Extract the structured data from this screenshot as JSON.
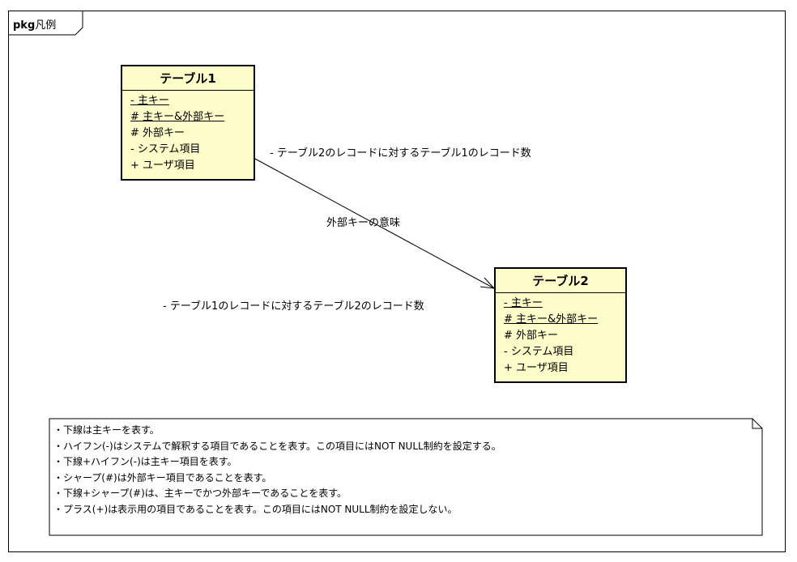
{
  "package": {
    "keyword": "pkg",
    "name": "凡例"
  },
  "table1": {
    "title": "テーブル1",
    "attributes": [
      "- 主キー",
      "# 主キー&外部キー",
      "# 外部キー",
      "- システム項目",
      "+ ユーザ項目"
    ]
  },
  "table2": {
    "title": "テーブル2",
    "attributes": [
      "- 主キー",
      "# 主キー&外部キー",
      "# 外部キー",
      "- システム項目",
      "+ ユーザ項目"
    ]
  },
  "relation": {
    "label": "外部キーの意味",
    "end1_multiplicity": "- テーブル2のレコードに対するテーブル1のレコード数",
    "end2_multiplicity": "- テーブル1のレコードに対するテーブル2のレコード数"
  },
  "note": {
    "lines": [
      "・下線は主キーを表す。",
      "・ハイフン(-)はシステムで解釈する項目であることを表す。この項目にはNOT NULL制約を設定する。",
      "・下線+ハイフン(-)は主キー項目を表す。",
      "・シャープ(#)は外部キー項目であることを表す。",
      "・下線+シャープ(#)は、主キーでかつ外部キーであることを表す。",
      "・プラス(+)は表示用の項目であることを表す。この項目にはNOT NULL制約を設定しない。"
    ]
  }
}
